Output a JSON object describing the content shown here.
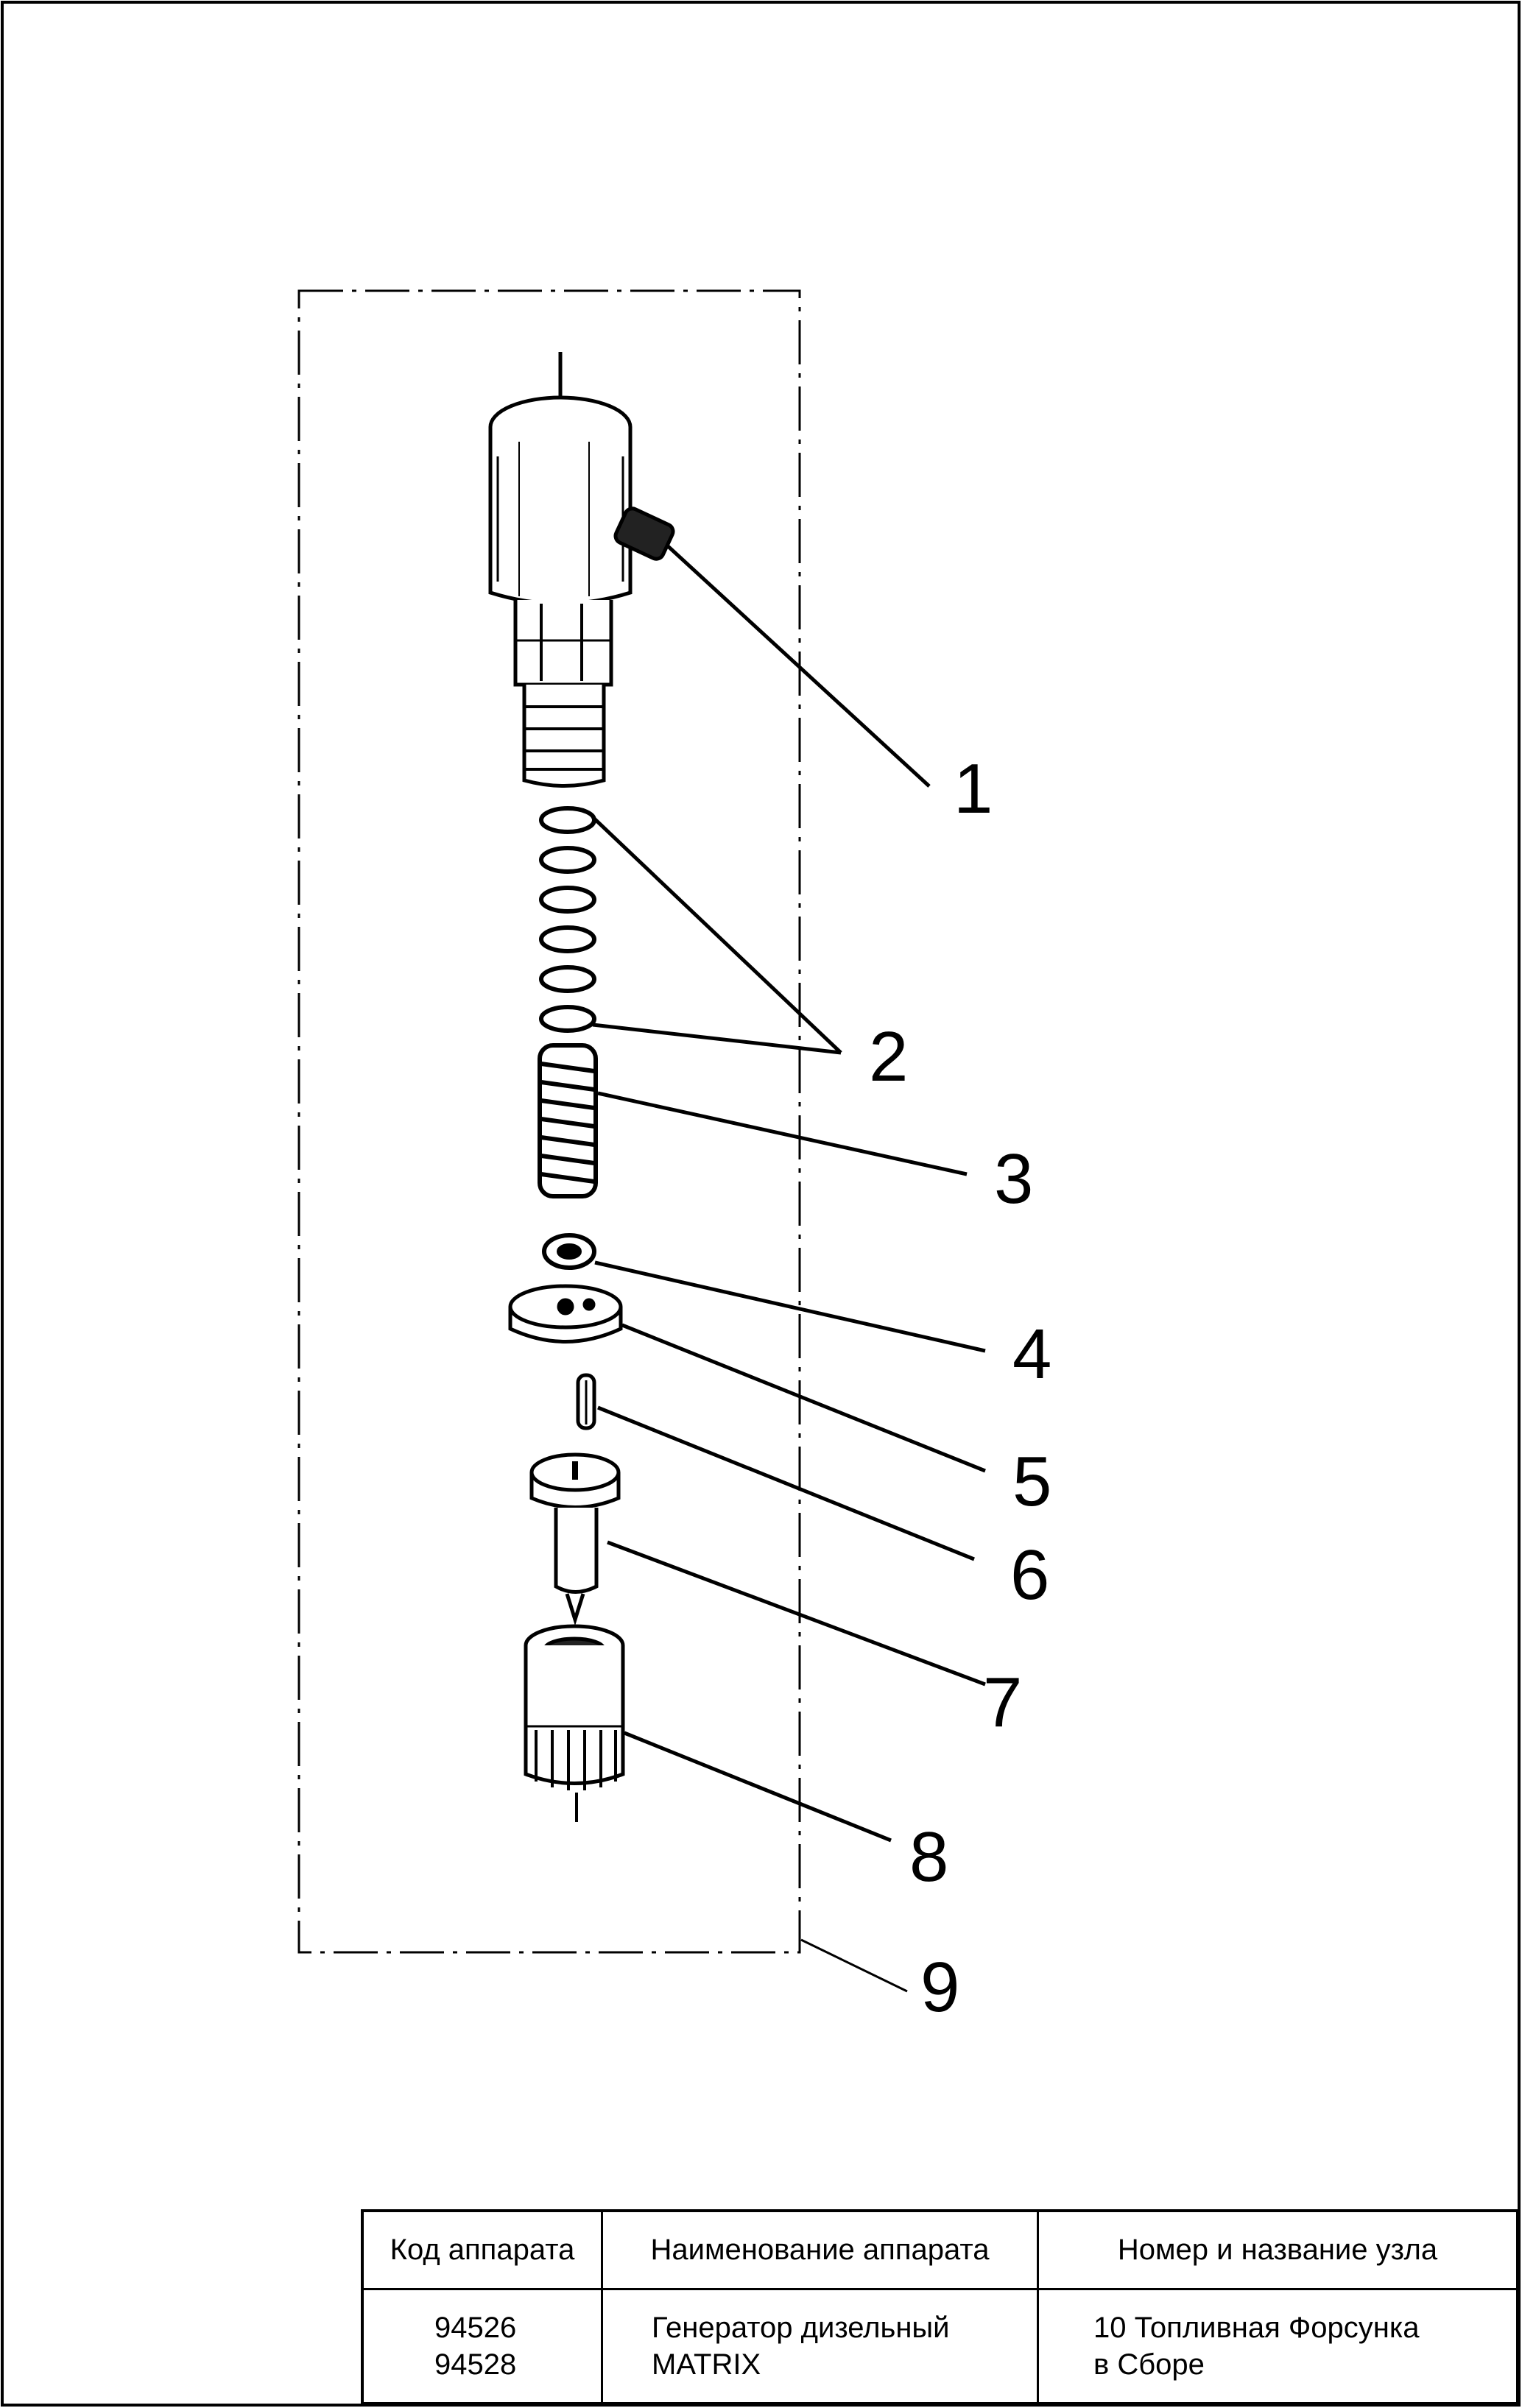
{
  "callouts": [
    {
      "id": "1",
      "label": "1"
    },
    {
      "id": "2",
      "label": "2"
    },
    {
      "id": "3",
      "label": "3"
    },
    {
      "id": "4",
      "label": "4"
    },
    {
      "id": "5",
      "label": "5"
    },
    {
      "id": "6",
      "label": "6"
    },
    {
      "id": "7",
      "label": "7"
    },
    {
      "id": "8",
      "label": "8"
    },
    {
      "id": "9",
      "label": "9"
    }
  ],
  "title_block": {
    "headers": [
      "Код аппарата",
      "Наименование аппарата",
      "Номер и название узла"
    ],
    "codes": [
      "94526",
      "94528"
    ],
    "name_lines": [
      "Генератор дизельный",
      "MATRIX"
    ],
    "assembly_lines": [
      "10 Топливная Форсунка",
      "в Сборе"
    ]
  }
}
